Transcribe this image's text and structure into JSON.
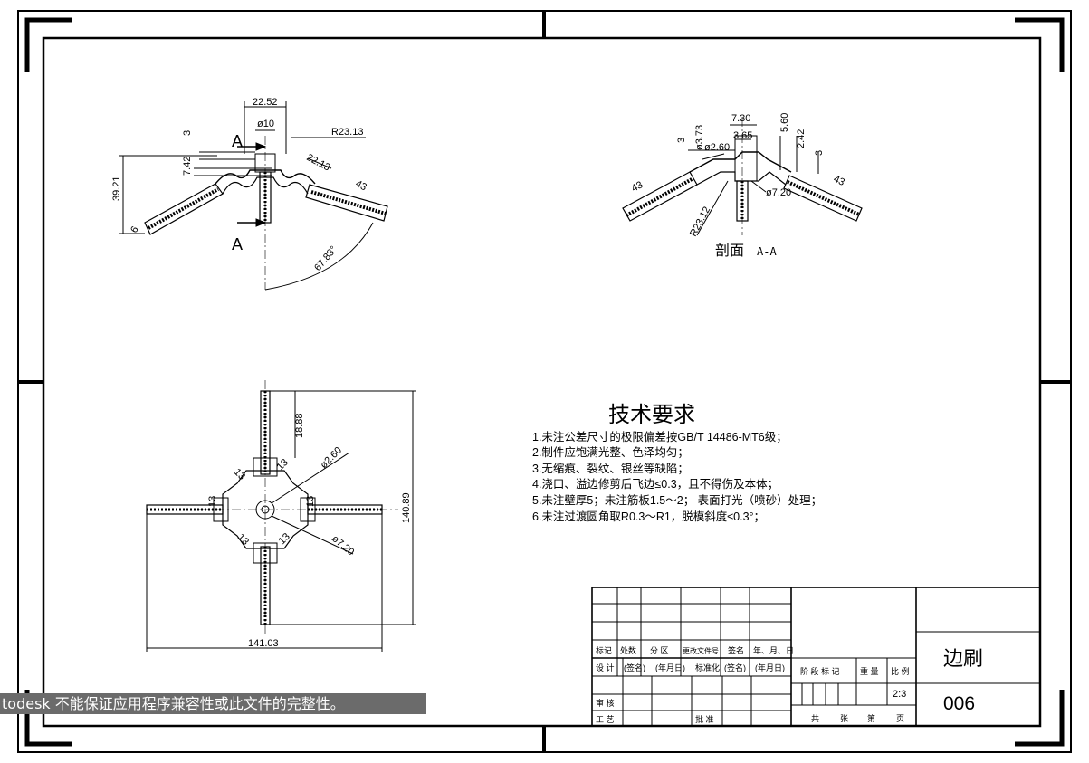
{
  "drawing": {
    "part_name": "边刷",
    "part_number": "006",
    "scale": "2:3",
    "section_label_a": "A",
    "section_title": "剖面",
    "section_id": "A-A"
  },
  "view_front": {
    "dims": [
      "22.52",
      "ø10",
      "R23.13",
      "3",
      "7.42",
      "39.21",
      "22.13",
      "43",
      "67.83°",
      "6"
    ]
  },
  "view_section": {
    "dims": [
      "7.30",
      "3.65",
      "5.60",
      "2.42",
      "3",
      "ø3.73",
      "3",
      "ø2.60",
      "43",
      "ø7.20",
      "43",
      "R23.12"
    ]
  },
  "view_top": {
    "dims": [
      "18.88",
      "ø2.60",
      "13",
      "13",
      "13",
      "13",
      "13",
      "13",
      "ø7.20",
      "140.89",
      "141.03"
    ]
  },
  "tech": {
    "title": "技术要求",
    "items": [
      "1.未注公差尺寸的极限偏差按GB/T 14486-MT6级；",
      "2.制件应饱满光整、色泽均匀；",
      "3.无缩痕、裂纹、银丝等缺陷；",
      "4.浇口、溢边修剪后飞边≤0.3，且不得伤及本体；",
      "5.未注壁厚5；未注筋板1.5～2； 表面打光（喷砂）处理；",
      "6.未注过渡圆角取R0.3～R1，脱模斜度≤0.3°；"
    ]
  },
  "title_block": {
    "rev_headers": [
      "标记",
      "处数",
      "分 区",
      "更改文件号",
      "签名",
      "年、月、日"
    ],
    "row_design": [
      "设 计",
      "(签名)",
      "(年月日)",
      "标准化",
      "(签名)",
      "(年月日)"
    ],
    "stage_headers": [
      "阶 段 标 记",
      "重 量",
      "比 例"
    ],
    "review": "审 核",
    "process": "工 艺",
    "approve": "批 准",
    "sheet_info": [
      "共",
      "张",
      "第",
      "页"
    ]
  },
  "watermark": "todesk 不能保证应用程序兼容性或此文件的完整性。"
}
